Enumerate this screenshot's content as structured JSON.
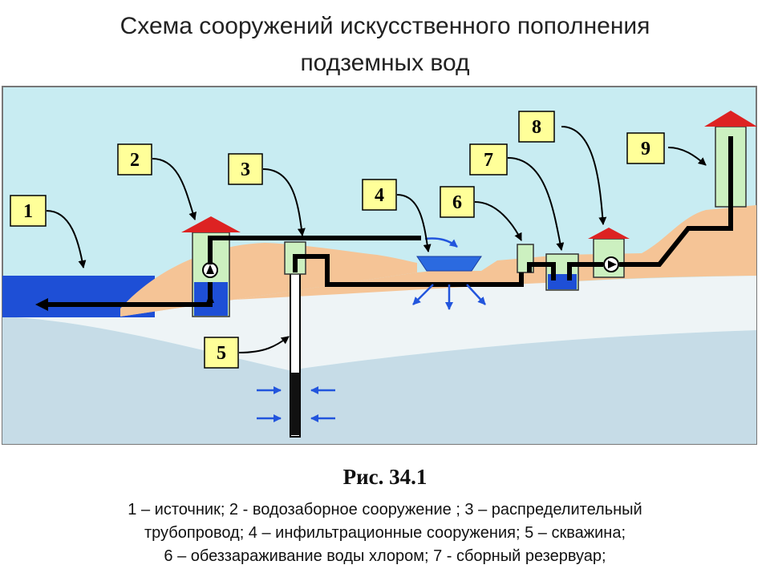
{
  "title": {
    "line1": "Схема сооружений искусственного пополнения",
    "line2": "подземных вод"
  },
  "labels": {
    "n1": "1",
    "n2": "2",
    "n3": "3",
    "n4": "4",
    "n5": "5",
    "n6": "6",
    "n7": "7",
    "n8": "8",
    "n9": "9"
  },
  "caption": "Рис. 34.1",
  "legend": {
    "line1": "1 – источник; 2 - водозаборное сооружение ; 3 – распределительный",
    "line2": "трубопровод; 4 – инфильтрационные сооружения; 5 – скважина;",
    "line3": "6 – обеззараживание воды хлором; 7 - сборный резервуар;"
  },
  "colors": {
    "sky": "#c8ecf2",
    "sand": "#f5c496",
    "water": "#1e4fd6",
    "groundwater": "#c6dce7",
    "aquifer": "#eef4f6",
    "label_box": "#ffff99",
    "roof": "#dd2222",
    "building": "#ccf0c0",
    "pipe": "#000000",
    "arrow_blue": "#2255dd"
  }
}
